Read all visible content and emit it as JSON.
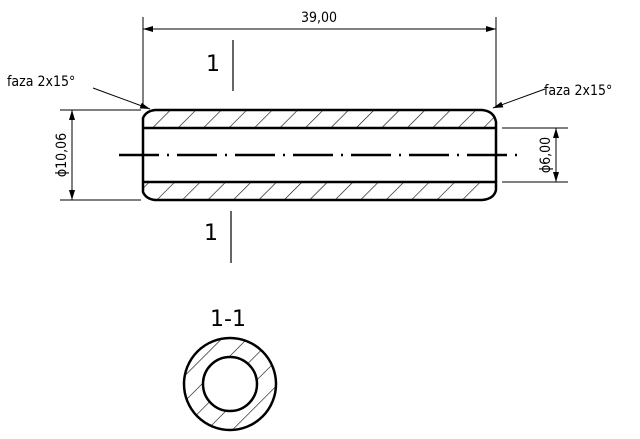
{
  "drawing": {
    "length_dimension": "39,00",
    "outer_diameter": "ϕ10,06",
    "inner_diameter": "ϕ6,00",
    "chamfer_left": "faza 2x15°",
    "chamfer_right": "faza 2x15°",
    "section_mark_top": "1",
    "section_mark_bottom": "1",
    "section_title": "1-1"
  },
  "colors": {
    "line": "#000000",
    "background": "#ffffff"
  }
}
